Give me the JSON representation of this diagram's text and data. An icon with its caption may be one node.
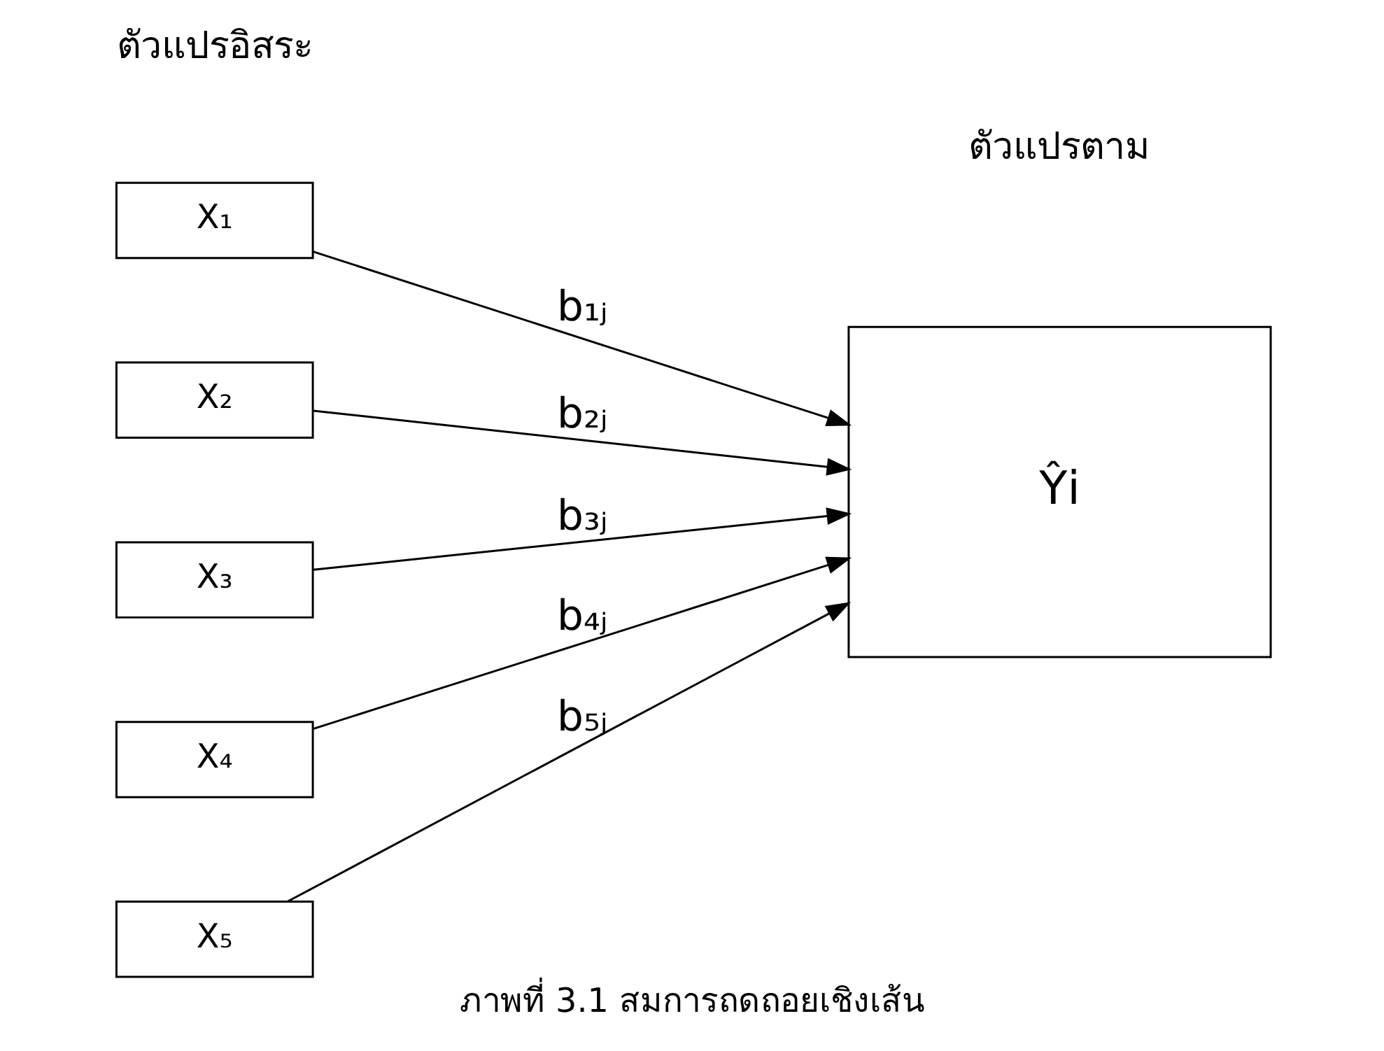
{
  "diagram": {
    "caption": "ภาพที่ 3.1 สมการถดถอยเชิงเส้น",
    "nodes": [
      {
        "text": [
          "X₁"
        ]
      },
      {
        "text": [
          "X₂"
        ]
      },
      {
        "text": [
          "X₃"
        ]
      },
      {
        "text": [
          "X₄"
        ]
      },
      {
        "text": [
          "X₅"
        ]
      },
      {
        "text": [
          "Ŷi"
        ]
      }
    ],
    "edges": [
      {
        "from": 0,
        "to": 5,
        "arrow": "to",
        "label": "b₁ⱼ"
      },
      {
        "from": 1,
        "to": 5,
        "arrow": "to",
        "label": "b₂ⱼ"
      },
      {
        "from": 2,
        "to": 5,
        "arrow": "to",
        "label": "b₃ⱼ"
      },
      {
        "from": 3,
        "to": 5,
        "arrow": "to",
        "label": "b₄ⱼ"
      },
      {
        "from": 4,
        "to": 5,
        "arrow": "to",
        "label": "b₅ⱼ"
      }
    ],
    "labels": [
      "ตัวแปรอิสระ",
      "ตัวแปรตาม"
    ]
  }
}
